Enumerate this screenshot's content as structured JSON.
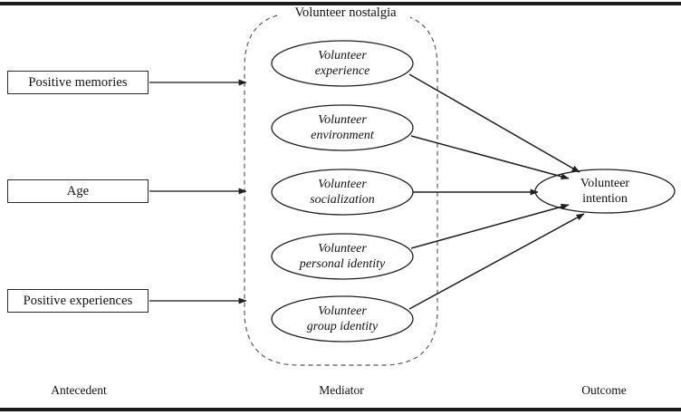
{
  "figure": {
    "columns": {
      "antecedent": "Antecedent",
      "mediator": "Mediator",
      "outcome": "Outcome"
    },
    "mediator_group_title": "Volunteer nostalgia",
    "antecedents": [
      {
        "label": "Positive memories"
      },
      {
        "label": "Age"
      },
      {
        "label": "Positive experiences"
      }
    ],
    "mediators": [
      {
        "line1": "Volunteer",
        "line2": "experience"
      },
      {
        "line1": "Volunteer",
        "line2": "environment"
      },
      {
        "line1": "Volunteer",
        "line2": "socialization"
      },
      {
        "line1": "Volunteer",
        "line2": "personal identity"
      },
      {
        "line1": "Volunteer",
        "line2": "group identity"
      }
    ],
    "outcome": {
      "line1": "Volunteer",
      "line2": "intention"
    },
    "colors": {
      "stroke": "#1f1f1f",
      "dashed_stroke": "#555555",
      "text": "#111111",
      "background": "#ffffff",
      "rule": "#1a1a1a"
    }
  }
}
